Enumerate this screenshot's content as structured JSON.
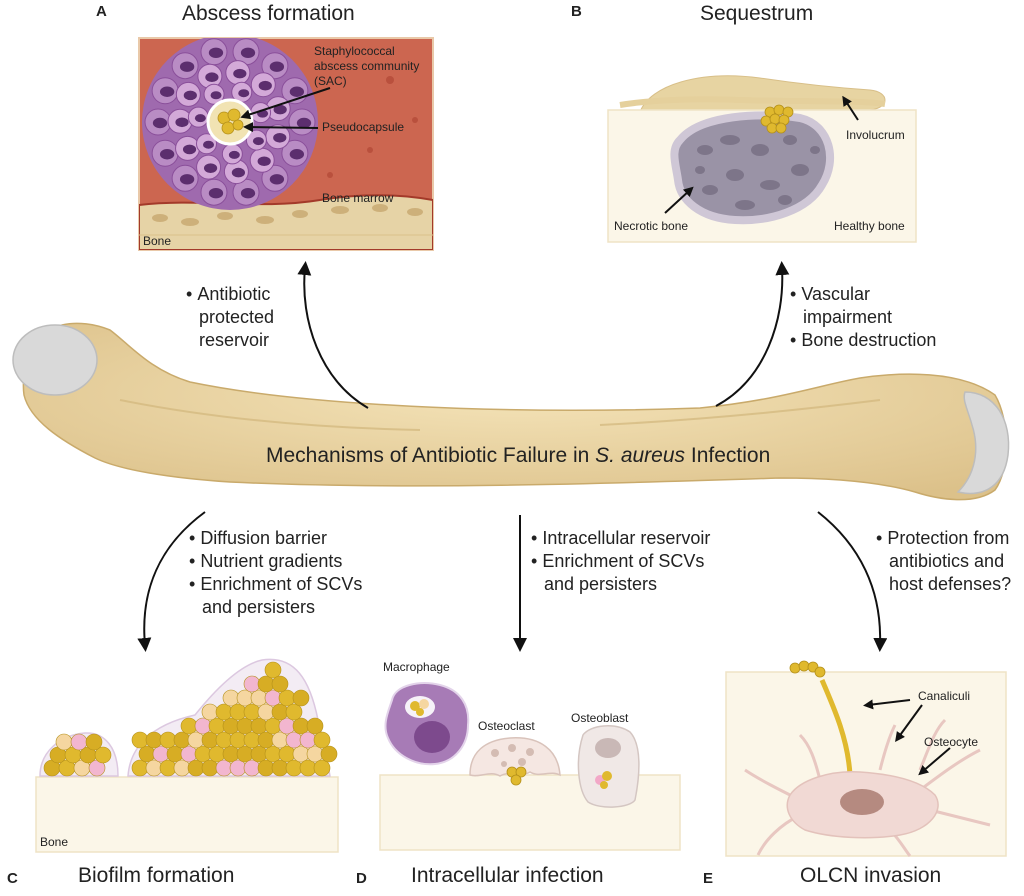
{
  "center": {
    "pre": "Mechanisms of Antibiotic Failure in ",
    "italic": "S. aureus",
    "post": " Infection"
  },
  "panels": {
    "A": {
      "letter": "A",
      "title": "Abscess formation",
      "labels": {
        "sac1": "Staphylococcal",
        "sac2": "abscess community",
        "sac3": "(SAC)",
        "pseudo": "Pseudocapsule",
        "marrow": "Bone marrow",
        "bone": "Bone"
      }
    },
    "B": {
      "letter": "B",
      "title": "Sequestrum",
      "labels": {
        "involucrum": "Involucrum",
        "necrotic": "Necrotic bone",
        "healthy": "Healthy bone"
      }
    },
    "C": {
      "letter": "C",
      "title": "Biofilm formation",
      "labels": {
        "bone": "Bone"
      }
    },
    "D": {
      "letter": "D",
      "title": "Intracellular infection",
      "labels": {
        "macrophage": "Macrophage",
        "osteoclast": "Osteoclast",
        "osteoblast": "Osteoblast"
      }
    },
    "E": {
      "letter": "E",
      "title": "OLCN invasion",
      "labels": {
        "canaliculi": "Canaliculi",
        "osteocyte": "Osteocyte"
      }
    }
  },
  "mechanisms": {
    "A": [
      "Antibiotic",
      "protected",
      "reservoir"
    ],
    "B": [
      "Vascular",
      "impairment",
      "Bone destruction"
    ],
    "C": [
      "Diffusion barrier",
      "Nutrient gradients",
      "Enrichment of SCVs",
      "and persisters"
    ],
    "D": [
      "Intracellular reservoir",
      "Enrichment of SCVs",
      "and persisters"
    ],
    "E": [
      "Protection from",
      "antibiotics and",
      "host defenses?"
    ]
  },
  "colors": {
    "staph": "#e0b92e",
    "bone": "#e8d5a6",
    "marrow": "#cc6650",
    "cell_purple": "#8a4f9a",
    "cartilage": "#d9d9d9"
  }
}
